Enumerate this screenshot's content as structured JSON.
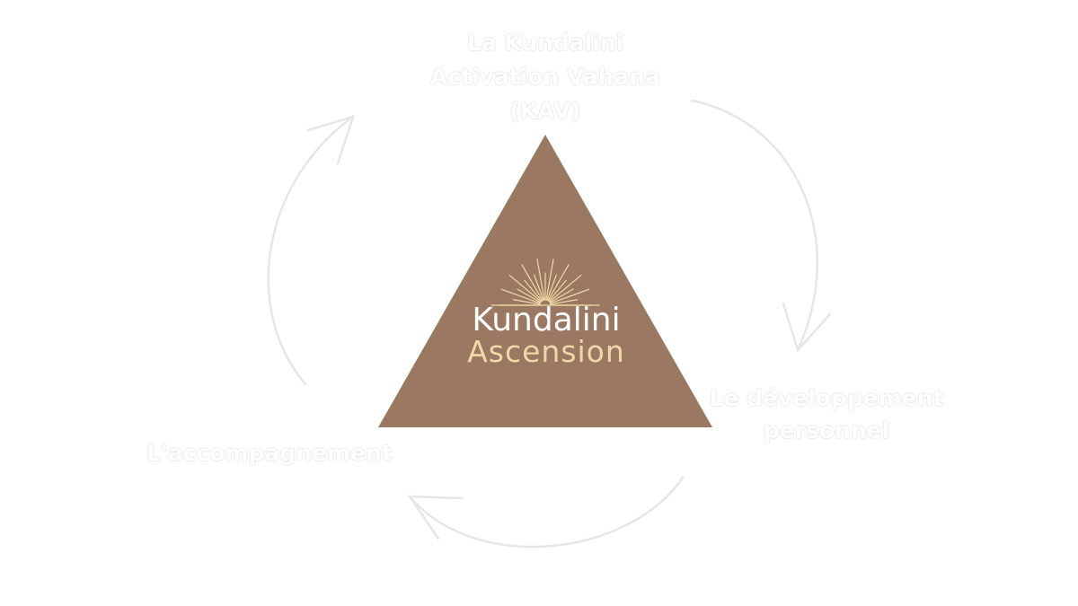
{
  "diagram": {
    "center_logo": {
      "line1": "Kundalini",
      "line2": "Ascension"
    },
    "nodes": {
      "top": [
        "La Kundalini",
        "Activation Vahana",
        "(KAV)"
      ],
      "right": [
        "Le développement",
        "personnel"
      ],
      "left": [
        "L'accompagnement"
      ]
    },
    "colors": {
      "triangle": "#9a7862",
      "logo_gold": "#eed9a6",
      "label_text": "#ffffff",
      "arrow_stroke": "#e6e6e6"
    },
    "icons": {
      "sunburst": "sunburst-icon",
      "cycle_arrows": "curved-arrow-icon"
    }
  }
}
